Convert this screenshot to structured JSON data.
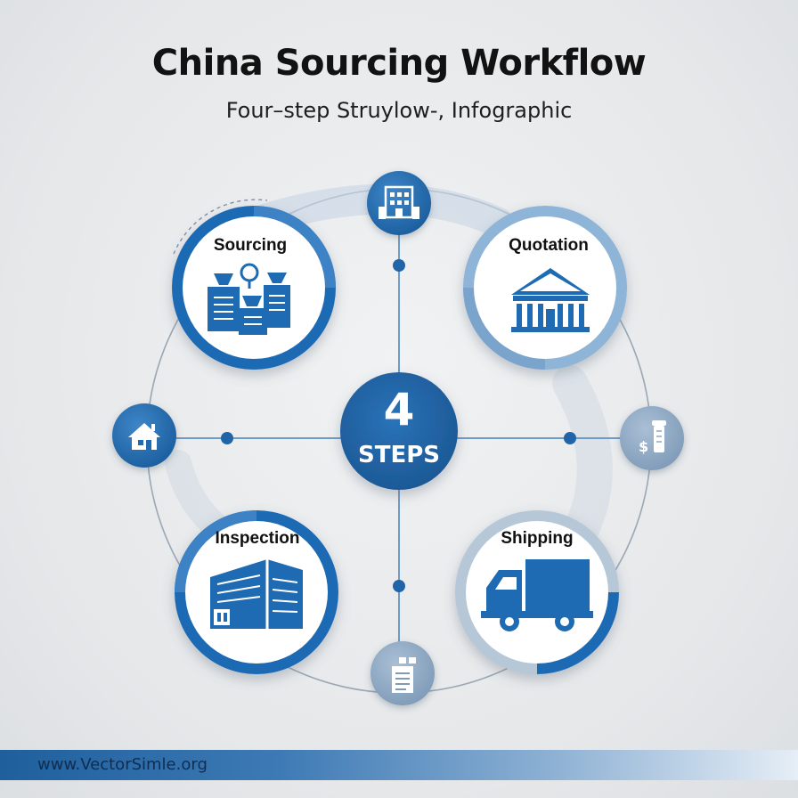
{
  "header": {
    "title": "China Sourcing Workflow",
    "subtitle": "Four–step Struylow-, Infographic"
  },
  "center": {
    "number": "4",
    "word": "STEPS"
  },
  "steps": [
    {
      "label": "Sourcing",
      "icon": "products-icon"
    },
    {
      "label": "Quotation",
      "icon": "bank-building-icon"
    },
    {
      "label": "Inspection",
      "icon": "warehouse-icon"
    },
    {
      "label": "Shipping",
      "icon": "truck-icon"
    }
  ],
  "connector_icons": [
    "office-building-icon",
    "house-icon",
    "scale-icon",
    "checklist-icon"
  ],
  "footer": {
    "text": "www.VectorSimle.org"
  },
  "colors": {
    "primary_blue": "#1f6bb3",
    "dark_blue": "#1a5894",
    "light_blue": "#8eb4d8",
    "line": "#6f9bc8",
    "background": "#e9ebed"
  }
}
